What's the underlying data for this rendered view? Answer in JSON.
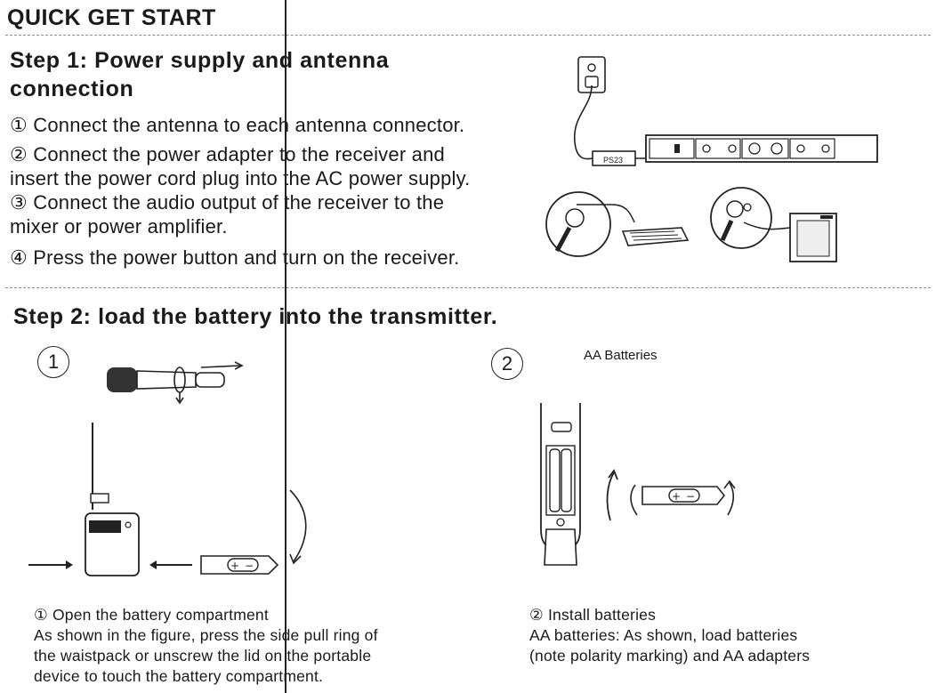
{
  "header": {
    "title": "QUICK GET START"
  },
  "step1": {
    "heading_line1": "Step 1: Power supply and antenna",
    "heading_line2": "connection",
    "item1": "① Connect the antenna to each antenna connector.",
    "item2_line1": "② Connect the power adapter to the receiver and",
    "item2_line2": "insert the power cord plug into the AC power supply.",
    "item3_line1": "③ Connect the audio output of the receiver to the",
    "item3_line2": "mixer or power amplifier.",
    "item4": "④ Press the power button and turn on the receiver.",
    "adapter_label": "PS23"
  },
  "step2": {
    "heading": "Step 2: load the battery into the transmitter.",
    "marker1": "1",
    "marker2": "2",
    "aa_label": "AA Batteries",
    "caption1": {
      "line1": "① Open the battery compartment",
      "line2": "As shown in the figure, press the side pull ring of",
      "line3": "the waistpack or unscrew the lid on the portable",
      "line4": "device to touch the battery compartment."
    },
    "caption2": {
      "line1": "② Install batteries",
      "line2": "AA batteries: As shown, load batteries",
      "line3": "(note polarity marking) and AA adapters"
    }
  }
}
